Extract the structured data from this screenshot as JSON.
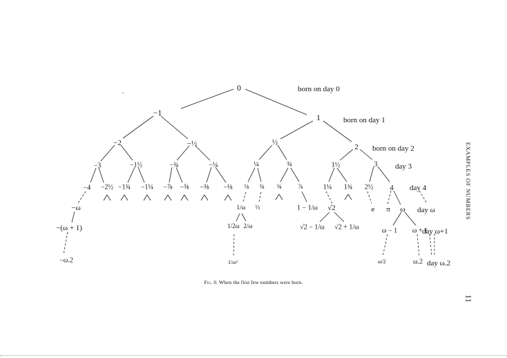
{
  "page": {
    "running_head": "EXAMPLES OF NUMBERS",
    "page_number": "11"
  },
  "figure": {
    "caption_prefix": "Fig. 0.",
    "caption_text": "When the first few numbers were born.",
    "day_labels": [
      "born on day 0",
      "born on day 1",
      "born on day 2",
      "day 3",
      "day 4",
      "day ω",
      "day ω+1",
      "day ω.2"
    ],
    "nodes": {
      "zero": "0",
      "neg_one": "−1",
      "one": "1",
      "neg_two": "−2",
      "neg_half": "−½",
      "half": "½",
      "two": "2",
      "neg_three": "−3",
      "neg_one_and_half": "−1½",
      "neg_three_quarters": "−¾",
      "neg_quarter": "−¼",
      "quarter": "¼",
      "three_quarters": "¾",
      "one_and_half": "1½",
      "three": "3",
      "neg_four": "−4",
      "neg_two_and_half": "−2½",
      "neg_one_three_quarters": "−1¾",
      "neg_one_quarter": "−1¼",
      "neg_seven_eighths": "−⅞",
      "neg_five_eighths": "−⅝",
      "neg_three_eighths": "−⅜",
      "neg_one_eighth": "−⅛",
      "one_eighth": "⅛",
      "three_eighths": "⅜",
      "five_eighths": "⅝",
      "seven_eighths": "⅞",
      "one_and_quarter": "1¼",
      "one_three_quarters": "1¾",
      "two_and_half": "2½",
      "four": "4",
      "neg_omega": "−ω",
      "inv_omega": "1/ω",
      "one_third": "⅓",
      "one_minus_inv_omega": "1 − 1/ω",
      "sqrt_two": "√2",
      "e": "e",
      "pi": "π",
      "omega": "ω",
      "neg_omega_plus_one": "−(ω + 1)",
      "half_inv_omega": "1/2ω",
      "two_over_omega": "2/ω",
      "sqrt2_minus": "√2 − 1/ω",
      "sqrt2_plus": "√2 + 1/ω",
      "omega_minus_one": "ω − 1",
      "omega_plus_one": "ω + 1",
      "neg_omega_two": "−ω.2",
      "inv_omega_squared": "1/ω²",
      "omega_over_two": "ω/2",
      "omega_two": "ω.2"
    }
  }
}
